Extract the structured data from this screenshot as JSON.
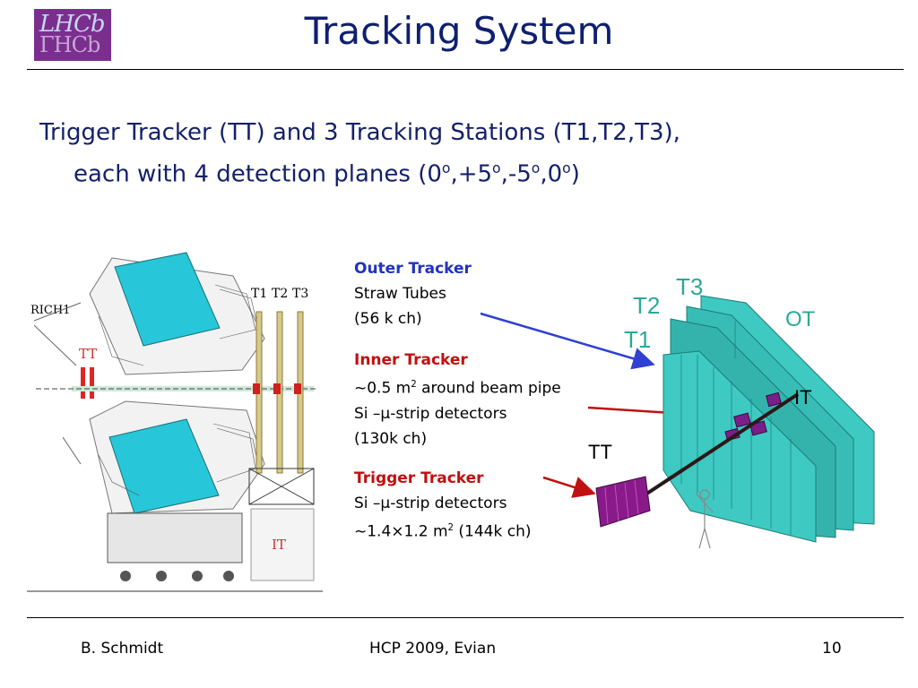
{
  "header": {
    "logo_top": "LHCb",
    "logo_bottom": "ΓHCb",
    "title": "Tracking System"
  },
  "bullet": {
    "line1": "Trigger Tracker (TT) and 3 Tracking  Stations (T1,T2,T3),",
    "line2_pre": "each with 4 detection planes (0",
    "line2_a": ",+5",
    "line2_b": ",-5",
    "line2_c": ",0",
    "line2_end": ")",
    "deg": "o"
  },
  "left_figure": {
    "rich1": "RICH1",
    "tt": "TT",
    "t1": "T1",
    "t2": "T2",
    "t3": "T3",
    "it": "IT"
  },
  "labels": {
    "outer": {
      "title": "Outer Tracker",
      "l1": "Straw Tubes",
      "l2": "(56 k ch)"
    },
    "inner": {
      "title": "Inner Tracker",
      "l1_pre": "~0.5 m",
      "l1_sup": "2",
      "l1_post": " around beam pipe",
      "l2": "Si –μ-strip detectors",
      "l3": "(130k ch)"
    },
    "trigger": {
      "title": "Trigger Tracker",
      "l1": "Si –μ-strip detectors",
      "l2_pre": "~1.4×1.2 m",
      "l2_sup": "2",
      "l2_post": " (144k ch)"
    }
  },
  "right_figure": {
    "t3": "T3",
    "t2": "T2",
    "t1": "T1",
    "ot": "OT",
    "it": "IT",
    "tt": "TT"
  },
  "colors": {
    "title": "#0f1f70",
    "station": "#2aa89a",
    "module": "#3ec9c2",
    "tt": "#8a1a8a",
    "outer_arrow": "#3040d0",
    "red_arrow": "#c01010"
  },
  "footer": {
    "author": "B. Schmidt",
    "event": "HCP 2009,  Evian",
    "page": "10"
  }
}
